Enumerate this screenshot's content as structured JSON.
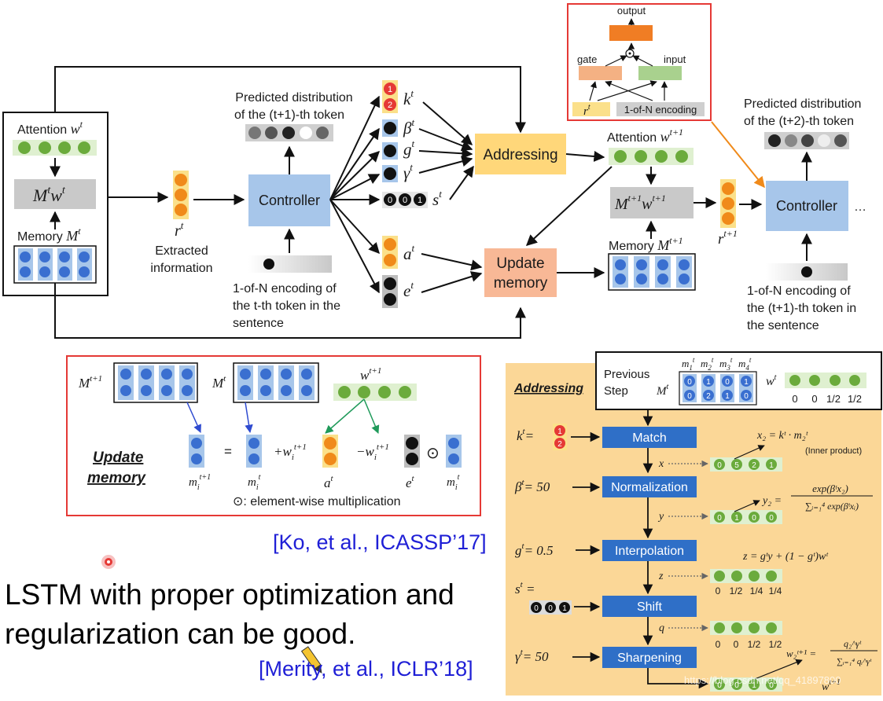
{
  "colors": {
    "controller": "#a7c6ea",
    "addressing": "#ffd77a",
    "update_memory": "#f8b896",
    "attention_dot": "#6bab3c",
    "memory_dot": "#3a6fd0",
    "red": "#e53935",
    "orange_dot": "#f08a1a",
    "highlight_border": "#e53935",
    "panel_bg": "#fbd38c",
    "citation": "#1f1fd6",
    "gate_box": "#f4b183",
    "input_box": "#a9d18e",
    "output_box": "#f07d24"
  },
  "top_diagram": {
    "attention_label": "Attention",
    "attention_sym": "w",
    "attention_sup": "t",
    "read_sym": "M",
    "read_sup": "t",
    "read_sym2": "w",
    "read_sup2": "t",
    "memory_label": "Memory",
    "memory_sym": "M",
    "memory_sup": "t",
    "r_sym": "r",
    "r_sup": "t",
    "extracted_line1": "Extracted",
    "extracted_line2": "information",
    "controller_label": "Controller",
    "pred_line1": "Predicted distribution",
    "pred_line2": "of the (t+1)-th token",
    "enc_line1": "1-of-N encoding of",
    "enc_line2": "the t-th token in the",
    "enc_line3": "sentence",
    "k_sym": "k",
    "k_sup": "t",
    "beta_sym": "β",
    "beta_sup": "t",
    "g_sym": "g",
    "g_sup": "t",
    "gamma_sym": "γ",
    "gamma_sup": "t",
    "s_sym": "s",
    "s_sup": "t",
    "a_sym": "a",
    "a_sup": "t",
    "e_sym": "e",
    "e_sup": "t",
    "k_digit1": "1",
    "k_digit2": "2",
    "s_digits": [
      "0",
      "0",
      "1"
    ],
    "addressing_label": "Addressing",
    "update_line1": "Update",
    "update_line2": "memory",
    "attention2_label": "Attention",
    "attention2_sym": "w",
    "attention2_sup": "t+1",
    "read2_sym": "M",
    "read2_sup": "t+1",
    "read2_sym2": "w",
    "read2_sup2": "t+1",
    "memory2_label": "Memory",
    "memory2_sym": "M",
    "memory2_sup": "t+1",
    "r2_sym": "r",
    "r2_sup": "t+1",
    "controller2_label": "Controller",
    "ellipsis": "…",
    "pred2_line1": "Predicted distribution",
    "pred2_line2": "of the (t+2)-th token",
    "enc2_line1": "1-of-N encoding of",
    "enc2_line2": "the (t+1)-th token in",
    "enc2_line3": "the sentence"
  },
  "inset": {
    "output_label": "output",
    "gate_label": "gate",
    "input_label": "input",
    "r_sym": "r",
    "r_sup": "t",
    "encoding_label": "1-of-N encoding"
  },
  "update_panel": {
    "mt1_sym": "M",
    "mt1_sup": "t+1",
    "mt_sym": "M",
    "mt_sup": "t",
    "w_sym": "w",
    "w_sup": "t+1",
    "title_line1": "Update",
    "title_line2": "memory",
    "equals": "=",
    "plus_w": "+w",
    "plus_w_sub": "i",
    "plus_w_sup": "t+1",
    "minus_w": "−w",
    "minus_w_sub": "i",
    "minus_w_sup": "t+1",
    "odot": "⊙",
    "m_new": "m",
    "m_new_sub": "i",
    "m_new_sup": "t+1",
    "m_old": "m",
    "m_old_sub": "i",
    "m_old_sup": "t",
    "a_sym": "a",
    "a_sup": "t",
    "e_sym": "e",
    "e_sup": "t",
    "m_old2": "m",
    "m_old2_sub": "i",
    "m_old2_sup": "t",
    "note": "⊙: element-wise multiplication"
  },
  "addressing_panel": {
    "title": "Addressing",
    "prev_line1": "Previous",
    "prev_line2": "Step",
    "m_cols": [
      "m",
      "m",
      "m",
      "m"
    ],
    "m_subs": [
      "1",
      "2",
      "3",
      "4"
    ],
    "m_sup": "t",
    "M_sym": "M",
    "M_sup": "t",
    "mem_digits_top": [
      "0",
      "1",
      "0",
      "1"
    ],
    "mem_digits_bottom": [
      "0",
      "2",
      "1",
      "0"
    ],
    "w_sym": "w",
    "w_sup": "t",
    "w_values": [
      "0",
      "0",
      "1/2",
      "1/2"
    ],
    "k_lhs": "k",
    "k_sup": "t",
    "k_digit1": "1",
    "k_digit2": "2",
    "match_label": "Match",
    "x2_formula": "x₂ = kᵗ · m₂ᵗ",
    "inner_product": "(Inner product)",
    "x_sym": "x",
    "x_values": [
      "0",
      "5",
      "2",
      "1"
    ],
    "beta_lhs": "β",
    "beta_sup": "t",
    "beta_val": "= 50",
    "normalization_label": "Normalization",
    "y2_lhs": "y₂ =",
    "y2_num": "exp(βᵗx₂)",
    "y2_den": "∑ᵢ₌₁⁴ exp(βᵗxᵢ)",
    "y_sym": "y",
    "y_values": [
      "0",
      "1",
      "0",
      "0"
    ],
    "g_lhs": "g",
    "g_sup": "t",
    "g_val": "= 0.5",
    "interpolation_label": "Interpolation",
    "z_formula": "z = gᵗy + (1 − gᵗ)wᵗ",
    "z_sym": "z",
    "z_values": [
      "0",
      "1/2",
      "1/4",
      "1/4"
    ],
    "s_lhs": "s",
    "s_sup": "t",
    "s_eq": "=",
    "s_digits": [
      "0",
      "0",
      "1"
    ],
    "shift_label": "Shift",
    "q_sym": "q",
    "q_values": [
      "0",
      "0",
      "1/2",
      "1/2"
    ],
    "gamma_lhs": "γ",
    "gamma_sup": "t",
    "gamma_val": "= 50",
    "sharpening_label": "Sharpening",
    "w2_lhs": "w₂ᵗ⁺¹ =",
    "w2_num": "q₂^γᵗ",
    "w2_den": "∑ᵢ₌₁⁴ qᵢ^γᵗ",
    "w_out_sym": "w",
    "w_out_sup": "t+1",
    "w_out_values": [
      "0",
      "0",
      "1",
      "0"
    ]
  },
  "citations": {
    "ko": "[Ko, et al., ICASSP’17]",
    "merity": "[Merity, et al., ICLR’18]"
  },
  "bottom_text": {
    "line1": "LSTM with proper optimization and",
    "line2": "regularization can be good."
  },
  "watermark": "https://blog.csdn.net/qq_41897800"
}
